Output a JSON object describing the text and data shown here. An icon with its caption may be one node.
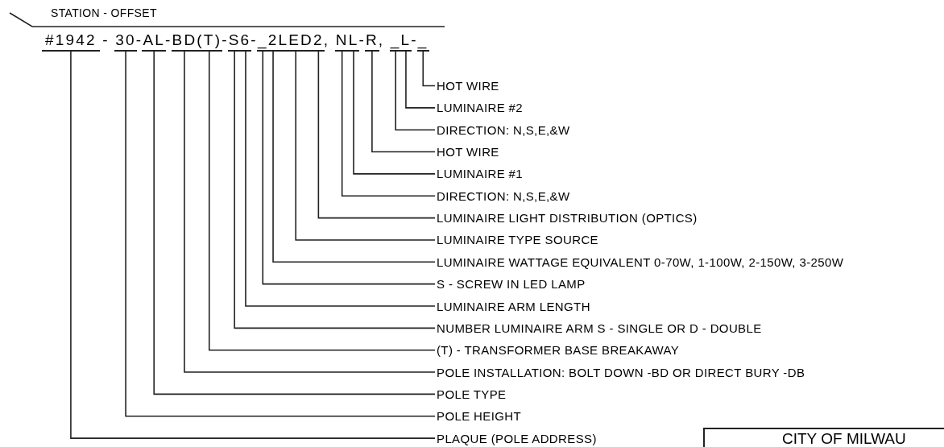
{
  "diagram": {
    "nodes": [
      {
        "text": [],
        "shape": "bar"
      },
      {
        "text": [],
        "shape": "bar"
      },
      {
        "text": [],
        "shape": "bar"
      },
      {
        "text": [],
        "shape": "bar"
      },
      {
        "text": [],
        "shape": "bar"
      },
      {
        "text": [],
        "shape": "bar"
      },
      {
        "text": [],
        "shape": "bar"
      },
      {
        "text": [],
        "shape": "bar"
      },
      {
        "text": [],
        "shape": "bar"
      },
      {
        "text": [],
        "shape": "bar"
      },
      {
        "text": [],
        "shape": "bar"
      },
      {
        "text": [],
        "shape": "bar"
      },
      {
        "text": [],
        "shape": "bar"
      },
      {
        "text": [],
        "shape": "bar"
      },
      {
        "text": [],
        "shape": "bar"
      },
      {
        "text": [],
        "shape": "bar"
      },
      {
        "text": [],
        "shape": "bar"
      },
      {
        "text": [
          "HOT WIRE"
        ]
      },
      {
        "text": [
          "LUMINAIRE #2"
        ]
      },
      {
        "text": [
          "DIRECTION: N,S,E,&W"
        ]
      },
      {
        "text": [
          "HOT WIRE"
        ]
      },
      {
        "text": [
          "LUMINAIRE #1"
        ]
      },
      {
        "text": [
          "DIRECTION: N,S,E,&W"
        ]
      },
      {
        "text": [
          "LUMINAIRE LIGHT DISTRIBUTION (OPTICS)"
        ]
      },
      {
        "text": [
          "LUMINAIRE TYPE SOURCE"
        ]
      },
      {
        "text": [
          "LUMINAIRE WATTAGE EQUIVALENT 0-70W, 1-100W, 2-150W, 3-250W"
        ]
      },
      {
        "text": [
          "S - SCREW IN LED LAMP"
        ]
      },
      {
        "text": [
          "LUMINAIRE ARM LENGTH"
        ]
      },
      {
        "text": [
          "NUMBER LUMINAIRE ARM S - SINGLE OR D - DOUBLE"
        ]
      },
      {
        "text": [
          "(T) - TRANSFORMER BASE BREAKAWAY"
        ]
      },
      {
        "text": [
          "POLE INSTALLATION: BOLT DOWN -BD OR DIRECT BURY -DB"
        ]
      },
      {
        "text": [
          "POLE TYPE"
        ]
      },
      {
        "text": [
          "POLE HEIGHT"
        ]
      },
      {
        "text": [
          "PLAQUE (POLE ADDRESS)"
        ]
      },
      {
        "text": [
          "CITY OF MILWAU"
        ]
      }
    ],
    "edges": [
      {
        "from": 17,
        "to": 16,
        "arrow": "none"
      },
      {
        "from": 18,
        "to": 15,
        "arrow": "none"
      },
      {
        "from": 19,
        "to": 14,
        "arrow": "none"
      },
      {
        "from": 20,
        "to": 13,
        "arrow": "none"
      },
      {
        "from": 21,
        "to": 12,
        "arrow": "none"
      },
      {
        "from": 22,
        "to": 11,
        "arrow": "none"
      },
      {
        "from": 23,
        "to": 10,
        "arrow": "none"
      },
      {
        "from": 24,
        "to": 9,
        "arrow": "none"
      },
      {
        "from": 25,
        "to": 8,
        "arrow": "none"
      },
      {
        "from": 26,
        "to": 7,
        "arrow": "none"
      },
      {
        "from": 27,
        "to": 6,
        "arrow": "none"
      },
      {
        "from": 28,
        "to": 5,
        "arrow": "none"
      },
      {
        "from": 29,
        "to": 4,
        "arrow": "none"
      },
      {
        "from": 30,
        "to": 3,
        "arrow": "none"
      },
      {
        "from": 31,
        "to": 2,
        "arrow": "none"
      },
      {
        "from": 32,
        "to": 1,
        "arrow": "none"
      },
      {
        "from": 33,
        "to": 0,
        "arrow": "none"
      }
    ],
    "labels": [
      "STATION - OFFSET",
      "#1942 - 30-AL-BD(T)-S6-_2LED2, NL-R, _L-_"
    ]
  }
}
